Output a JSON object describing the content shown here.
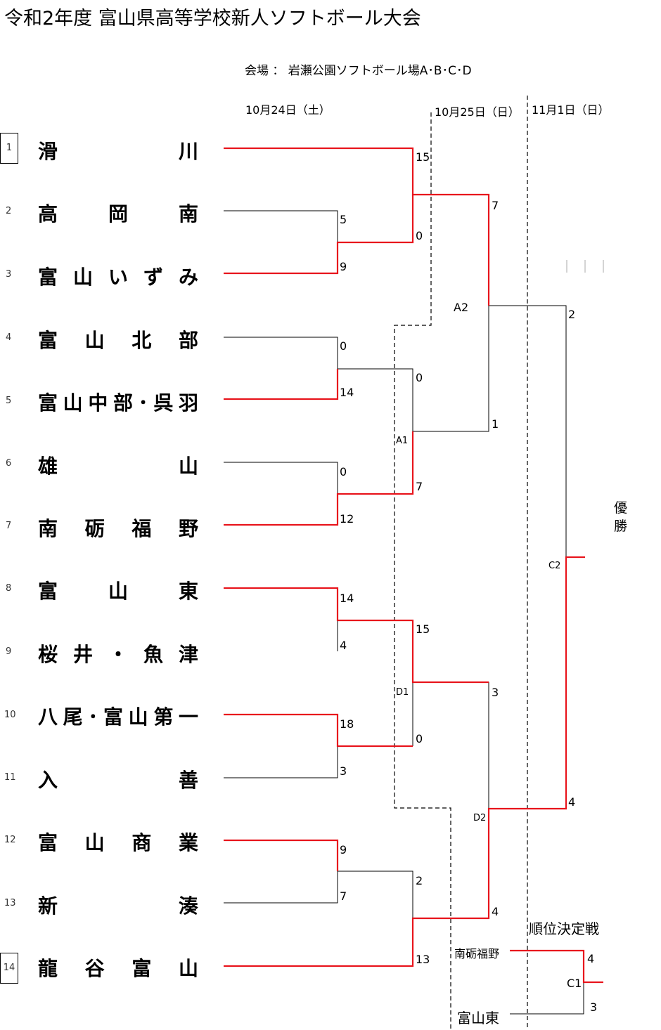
{
  "title": "令和2年度  富山県高等学校新人ソフトボール大会",
  "venue": "会場 ： 岩瀬公園ソフトボール場A･B･C･D",
  "dates": [
    "10月24日（土）",
    "10月25日（日）",
    "11月1日（日）"
  ],
  "teams": [
    {
      "seed": "1",
      "name": "滑川"
    },
    {
      "seed": "2",
      "name": "高岡南"
    },
    {
      "seed": "3",
      "name": "富山いずみ"
    },
    {
      "seed": "4",
      "name": "富山北部"
    },
    {
      "seed": "5",
      "name": "富山中部･呉羽"
    },
    {
      "seed": "6",
      "name": "雄山"
    },
    {
      "seed": "7",
      "name": "南砺福野"
    },
    {
      "seed": "8",
      "name": "富山東"
    },
    {
      "seed": "9",
      "name": "桜井・魚津"
    },
    {
      "seed": "10",
      "name": "八尾･富山第一"
    },
    {
      "seed": "11",
      "name": "入善"
    },
    {
      "seed": "12",
      "name": "富山商業"
    },
    {
      "seed": "13",
      "name": "新湊"
    },
    {
      "seed": "14",
      "name": "龍谷富山"
    }
  ],
  "scores": {
    "r1_2": "5",
    "r1_3": "9",
    "r1_4": "0",
    "r1_5": "14",
    "r1_6": "0",
    "r1_7": "12",
    "r1_8": "14",
    "r1_9": "4",
    "r1_10": "18",
    "r1_11": "3",
    "r1_12": "9",
    "r1_13": "7",
    "r2_1": "15",
    "r2_23": "0",
    "r2_45": "0",
    "r2_67": "7",
    "r2_89": "15",
    "r2_1011": "0",
    "r2_1213": "2",
    "r2_14": "13",
    "sf_top": "7",
    "sf_a1": "1",
    "sf_d1": "3",
    "sf_bottom": "4",
    "f_top": "2",
    "f_bottom": "4"
  },
  "game_labels": {
    "a1": "A1",
    "a2": "A2",
    "d1": "D1",
    "d2": "D2",
    "c2": "C2",
    "c1": "C1"
  },
  "champion_label": "優\n勝",
  "placement": {
    "title": "順位決定戦",
    "team_top": "南砺福野",
    "team_bottom": "富山東",
    "score_top": "4",
    "score_bottom": "3"
  },
  "colors": {
    "winner": "#e8141c",
    "loser": "#000000"
  }
}
